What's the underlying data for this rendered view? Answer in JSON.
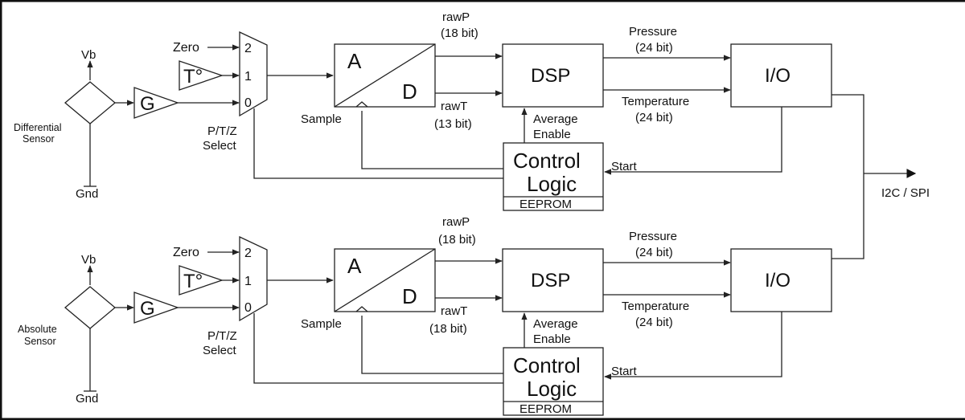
{
  "colors": {
    "line": "#222222",
    "background": "#ffffff",
    "frame": "#111111"
  },
  "output_label": "I2C / SPI",
  "channels": [
    {
      "id": "top",
      "sensor_label_1": "Differential",
      "sensor_label_2": "Sensor",
      "vb": "Vb",
      "gnd": "Gnd",
      "gain": "G",
      "temp": "T°",
      "zero": "Zero",
      "mux_inputs": [
        "2",
        "1",
        "0"
      ],
      "mux_label_1": "P/T/Z",
      "mux_label_2": "Select",
      "adc_a": "A",
      "adc_d": "D",
      "sample": "Sample",
      "rawp": "rawP",
      "rawp_bits": "(18 bit)",
      "rawt": "rawT",
      "rawt_bits": "(13 bit)",
      "dsp": "DSP",
      "pressure": "Pressure",
      "pressure_bits": "(24 bit)",
      "temperature": "Temperature",
      "temperature_bits": "(24 bit)",
      "io": "I/O",
      "average": "Average",
      "enable": "Enable",
      "control_1": "Control",
      "control_2": "Logic",
      "eeprom": "EEPROM",
      "start": "Start"
    },
    {
      "id": "bottom",
      "sensor_label_1": "Absolute",
      "sensor_label_2": "Sensor",
      "vb": "Vb",
      "gnd": "Gnd",
      "gain": "G",
      "temp": "T°",
      "zero": "Zero",
      "mux_inputs": [
        "2",
        "1",
        "0"
      ],
      "mux_label_1": "P/T/Z",
      "mux_label_2": "Select",
      "adc_a": "A",
      "adc_d": "D",
      "sample": "Sample",
      "rawp": "rawP",
      "rawp_bits": "(18 bit)",
      "rawt": "rawT",
      "rawt_bits": "(18 bit)",
      "dsp": "DSP",
      "pressure": "Pressure",
      "pressure_bits": "(24 bit)",
      "temperature": "Temperature",
      "temperature_bits": "(24 bit)",
      "io": "I/O",
      "average": "Average",
      "enable": "Enable",
      "control_1": "Control",
      "control_2": "Logic",
      "eeprom": "EEPROM",
      "start": "Start"
    }
  ]
}
